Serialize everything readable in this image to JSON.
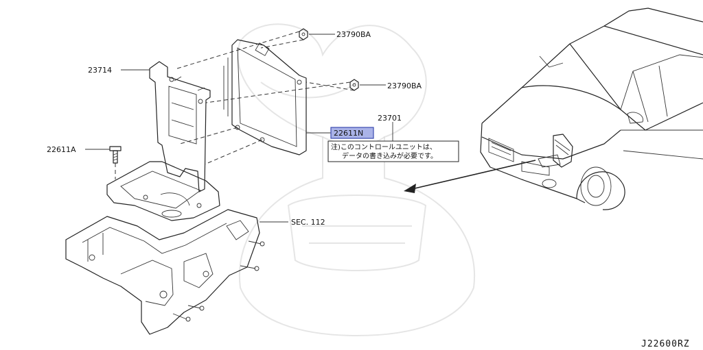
{
  "labels": {
    "nut_top": "23790BA",
    "nut_mid": "23790BA",
    "bracket": "23714",
    "ecm": "23701",
    "bolt": "22611A",
    "ecm_highlight": "22611N",
    "section": "SEC. 112",
    "diagram_ref": "J22600RZ"
  },
  "note": {
    "line1": "注)このコントロールユニットは、",
    "line2": "データの書き込みが必要です。"
  },
  "colors": {
    "highlight_fill": "#aab3e8",
    "highlight_stroke": "#3b4bb0",
    "line": "#222222"
  }
}
